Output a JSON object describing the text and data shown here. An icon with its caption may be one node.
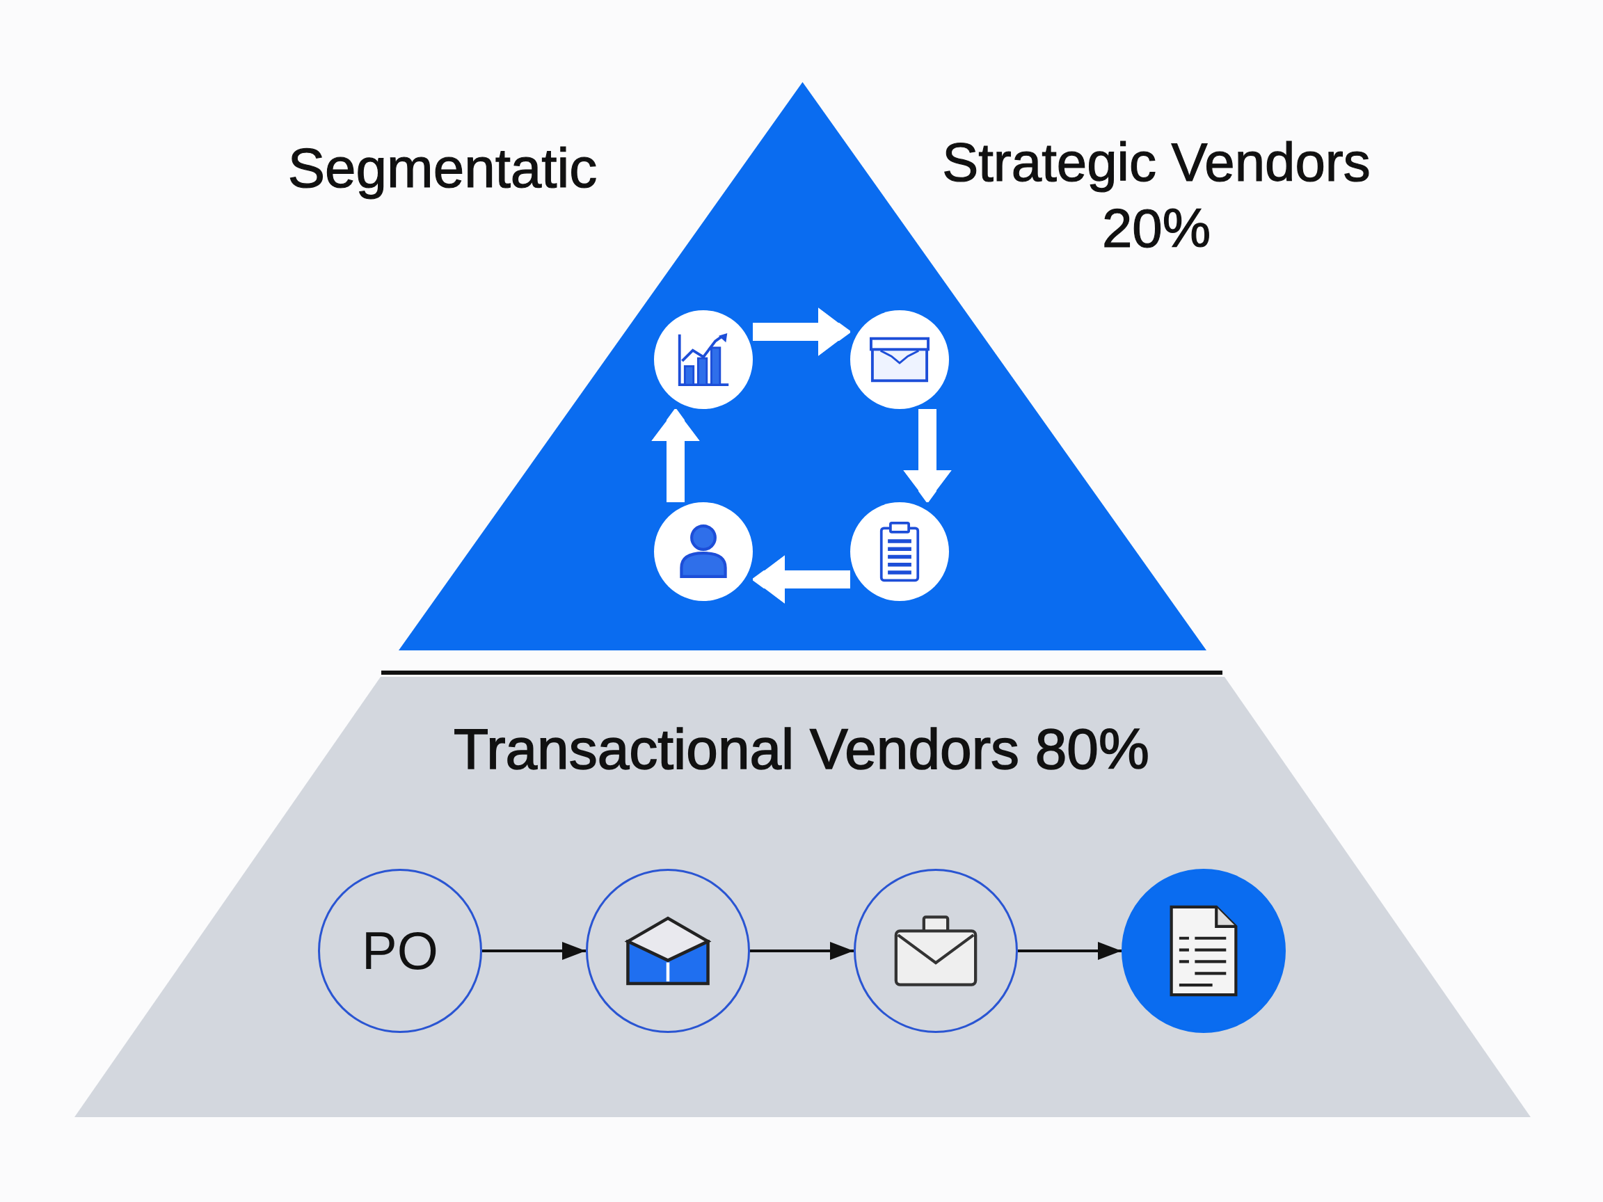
{
  "diagram": {
    "title": "Segmentatic",
    "nodes": [
      {
        "text": [],
        "shape": "triangle",
        "beside": [
          "Strategic Vendors 20%"
        ]
      },
      {
        "text": [],
        "shape": "circle",
        "in": 0
      },
      {
        "text": [],
        "shape": "circle",
        "in": 0
      },
      {
        "text": [],
        "shape": "circle",
        "in": 0
      },
      {
        "text": [],
        "shape": "circle",
        "in": 0
      },
      {
        "text": [
          "Transactional Vendors 80%"
        ]
      },
      {
        "text": [
          "PO"
        ],
        "in": 5
      },
      {
        "text": [],
        "shape": "circle",
        "in": 5
      },
      {
        "text": [],
        "shape": "circle",
        "in": 5
      },
      {
        "text": [],
        "shape": "circle",
        "in": 5
      }
    ],
    "edges": [
      {
        "from": 1,
        "to": 2,
        "arrow": "to",
        "color": "#ffffff"
      },
      {
        "from": 2,
        "to": 4,
        "arrow": "to",
        "color": "#ffffff"
      },
      {
        "from": 4,
        "to": 3,
        "arrow": "to",
        "color": "#ffffff"
      },
      {
        "from": 3,
        "to": 1,
        "arrow": "to",
        "color": "#ffffff"
      },
      {
        "from": 6,
        "to": 7,
        "arrow": "to",
        "color": "#111111"
      },
      {
        "from": 7,
        "to": 8,
        "arrow": "to",
        "color": "#111111"
      },
      {
        "from": 8,
        "to": 9,
        "arrow": "to",
        "color": "#111111"
      }
    ]
  }
}
